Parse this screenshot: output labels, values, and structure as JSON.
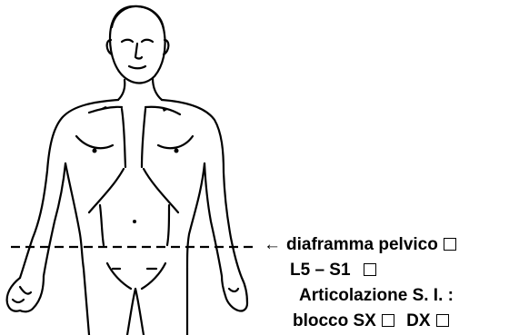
{
  "labels": {
    "pelvic_diaphragm": "diaframma pelvico",
    "l5_s1": "L5 – S1",
    "si_joint": "Articolazione S. I. :",
    "block": "blocco SX",
    "right": "DX"
  },
  "icons": {
    "arrow": "left-arrow-icon",
    "checkbox": "empty-checkbox-icon"
  }
}
